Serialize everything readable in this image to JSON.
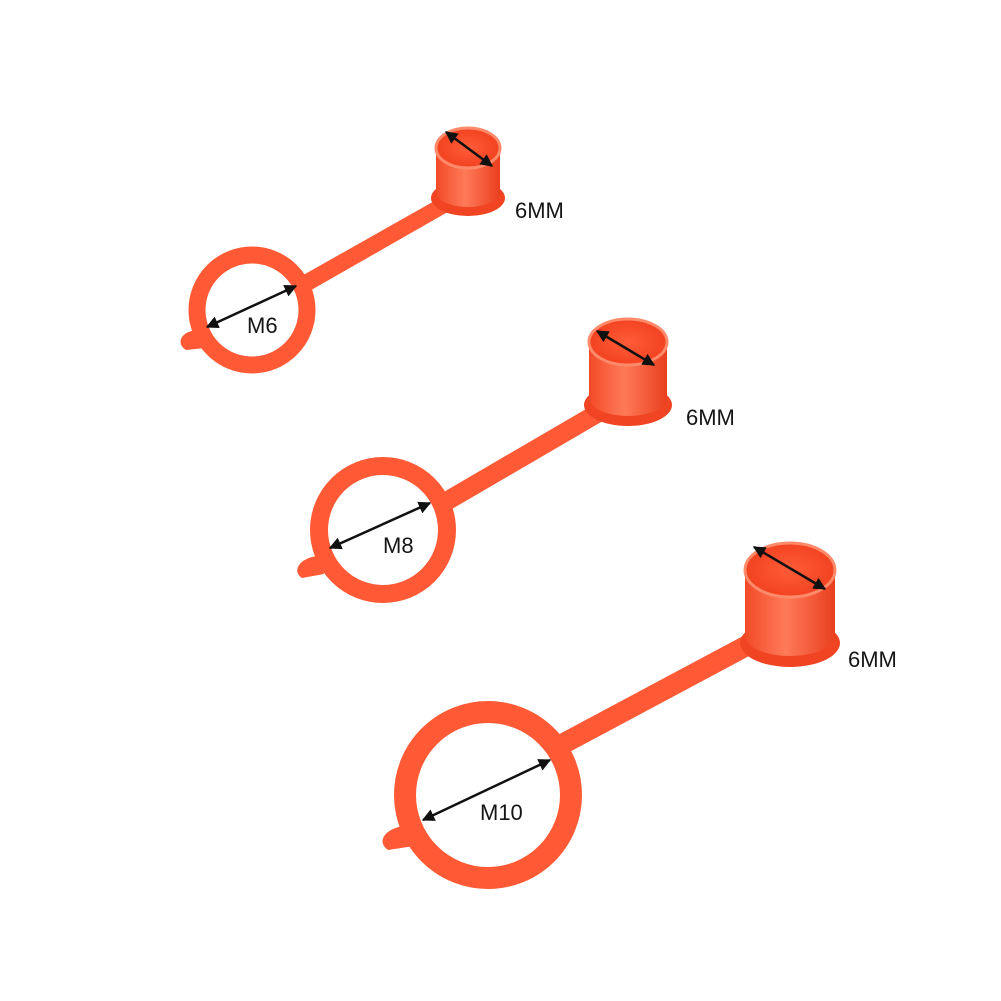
{
  "colors": {
    "background": "#ffffff",
    "cap_main": "#ff5a35",
    "cap_light": "#ff7b5c",
    "cap_dark": "#e2381a",
    "arrow": "#111111"
  },
  "caps": [
    {
      "ring_label": "M6",
      "cap_label": "6MM"
    },
    {
      "ring_label": "M8",
      "cap_label": "6MM"
    },
    {
      "ring_label": "M10",
      "cap_label": "6MM"
    }
  ]
}
